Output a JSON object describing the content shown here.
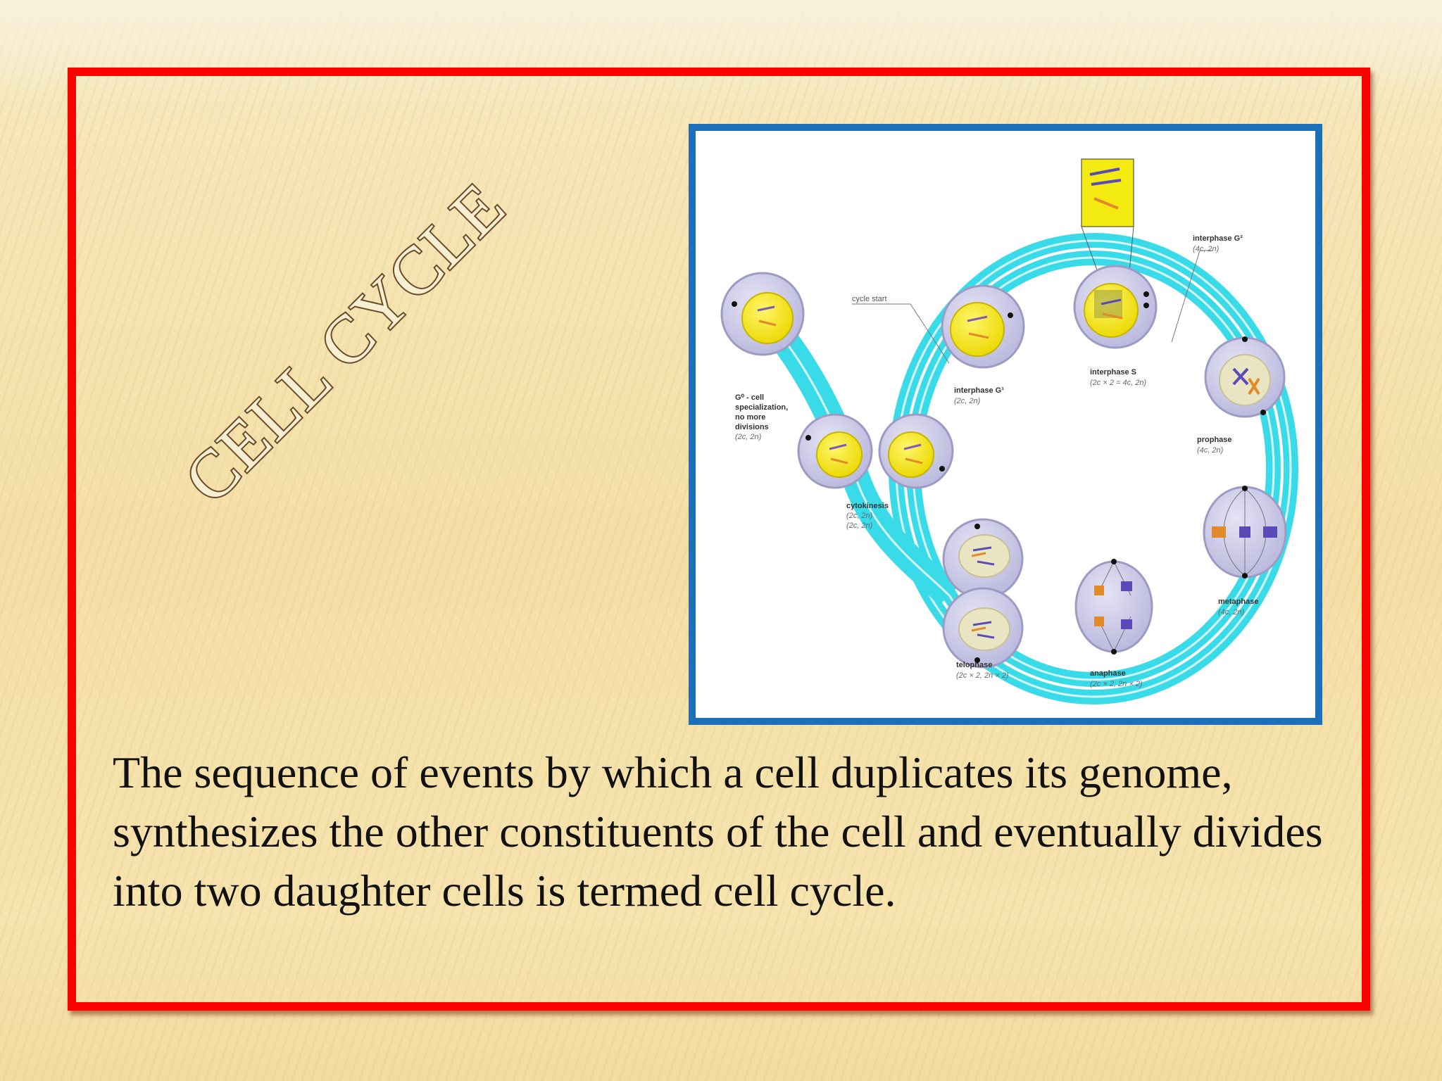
{
  "slide": {
    "title": "CELL CYCLE",
    "description": "The sequence of events by which a cell duplicates its genome, synthesizes the other constituents of the cell and eventually divides into two daughter cells is termed cell cycle."
  },
  "diagram": {
    "labels": {
      "cycle_start": "cycle start",
      "g0_line1": "G⁰ - cell",
      "g0_line2": "specialization,",
      "g0_line3": "no more",
      "g0_line4": "divisions",
      "g0_ploidy": "(2c, 2n)",
      "g1_name": "interphase G¹",
      "g1_ploidy": "(2c, 2n)",
      "s_name": "interphase S",
      "s_ploidy": "(2c × 2 = 4c, 2n)",
      "g2_name": "interphase G²",
      "g2_ploidy": "(4c, 2n)",
      "prophase_name": "prophase",
      "prophase_ploidy": "(4c, 2n)",
      "metaphase_name": "metaphase",
      "metaphase_ploidy": "(4c, 2n)",
      "anaphase_name": "anaphase",
      "anaphase_ploidy": "(2c × 2, 2n × 2)",
      "telophase_name": "telophase",
      "telophase_ploidy": "(2c × 2, 2n × 2)",
      "cytokinesis_name": "cytokinesis",
      "cytokinesis_ploidy1": "(2c, 2n)",
      "cytokinesis_ploidy2": "(2c, 2n)"
    }
  },
  "colors": {
    "frame_red": "#ff0000",
    "diagram_border_blue": "#1d6fb8",
    "cycle_ring_cyan": "#39dbe9",
    "nucleus_yellow": "#f6ea12",
    "cell_lavender": "#c9c8e6",
    "title_fill": "#f7efd2",
    "title_outline": "#6b4a2a"
  }
}
